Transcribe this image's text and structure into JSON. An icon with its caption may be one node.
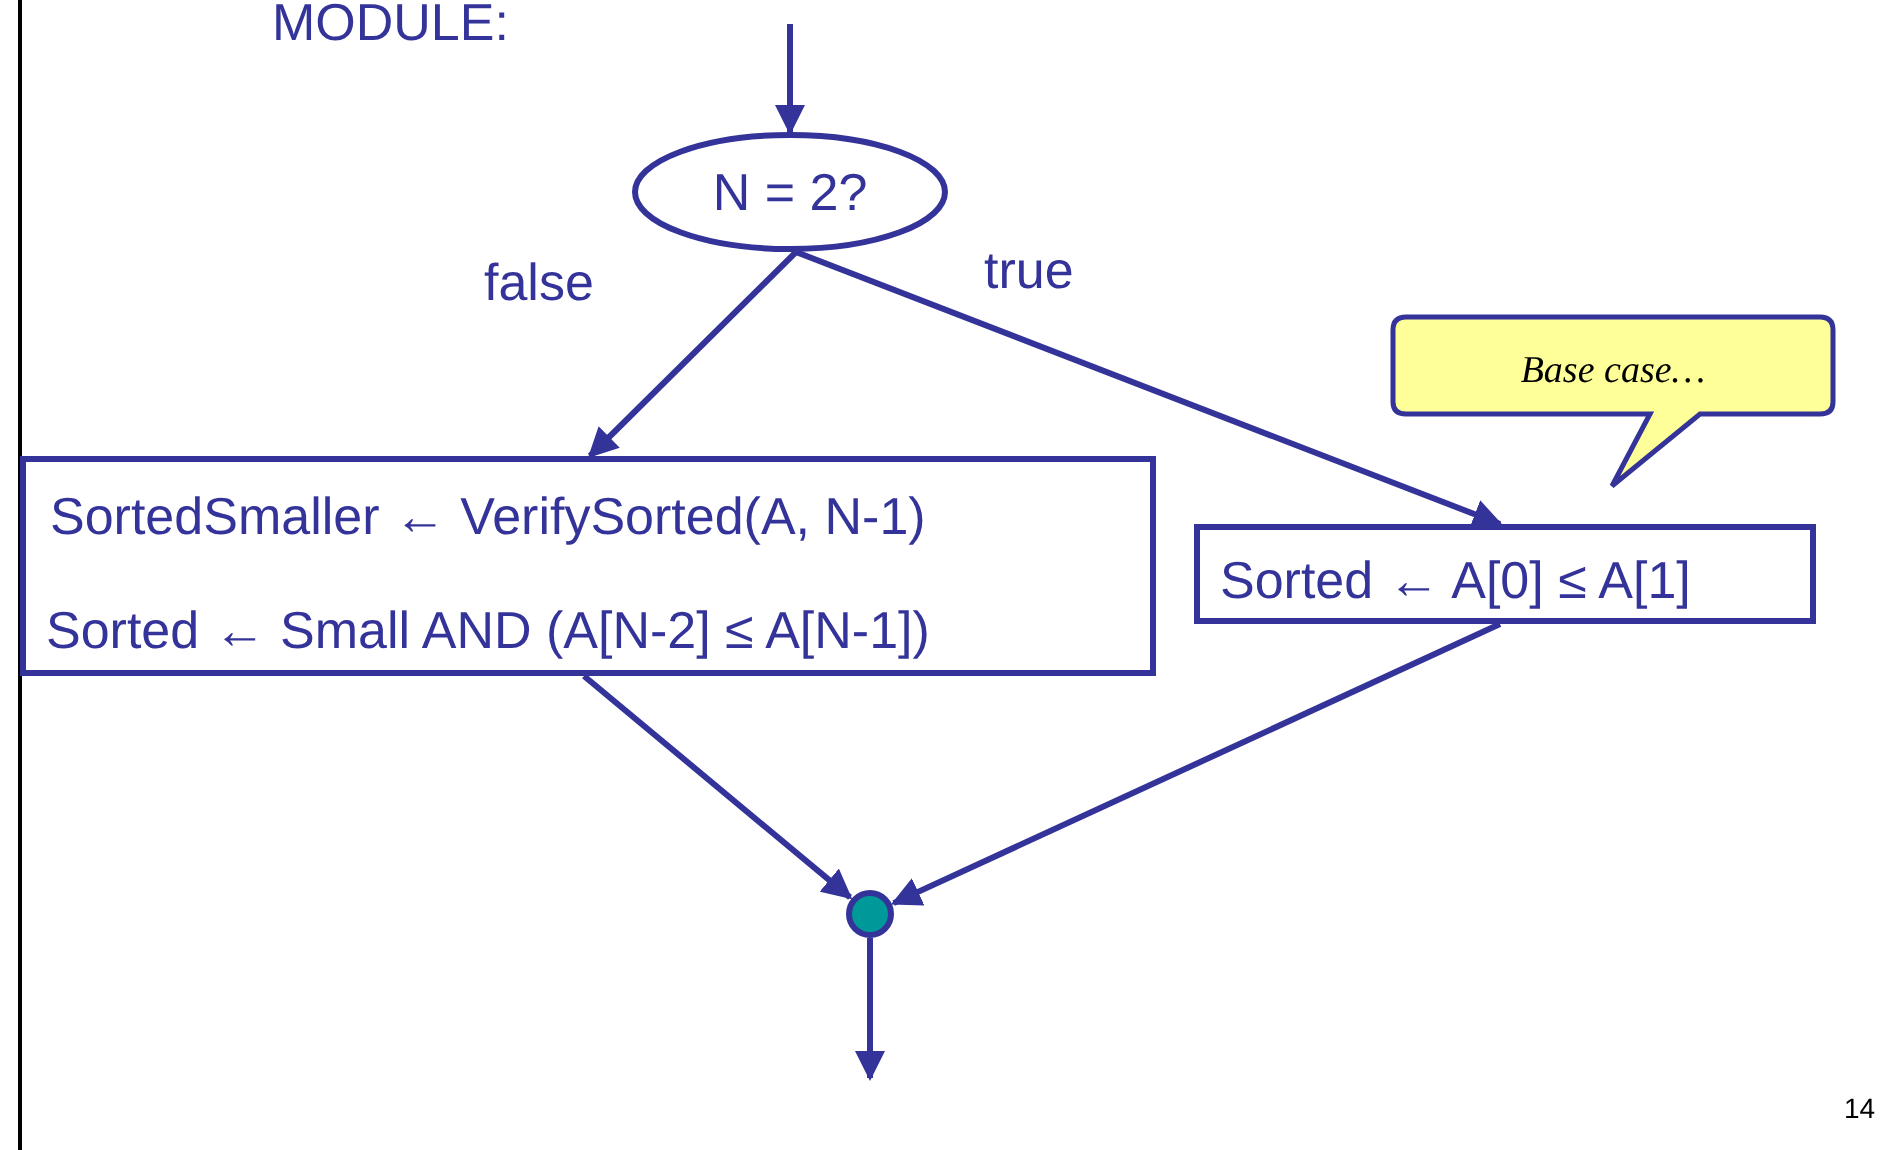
{
  "diagram": {
    "nodes": [
      {
        "text": [
          "N = 2?"
        ]
      },
      {
        "text": [
          "SortedSmaller ← VerifySorted(A, N-1)",
          "Sorted ← Small AND (A[N-2] ≤ A[N-1])"
        ]
      },
      {
        "text": [
          "Sorted ← A[0] ≤ A[1]"
        ]
      },
      {
        "text": [
          "Base case…"
        ]
      },
      {
        "text": [],
        "shape": "circle"
      }
    ],
    "edges": [
      {
        "from": null,
        "to": 0,
        "arrow": "to"
      },
      {
        "from": 0,
        "to": 1,
        "arrow": "to",
        "label": "false"
      },
      {
        "from": 0,
        "to": 2,
        "arrow": "to",
        "label": "true"
      },
      {
        "from": 1,
        "to": 4,
        "arrow": "to"
      },
      {
        "from": 2,
        "to": 4,
        "arrow": "to"
      },
      {
        "from": 4,
        "to": null,
        "arrow": "to"
      }
    ],
    "labels": [
      "MODULE:",
      "14"
    ]
  }
}
